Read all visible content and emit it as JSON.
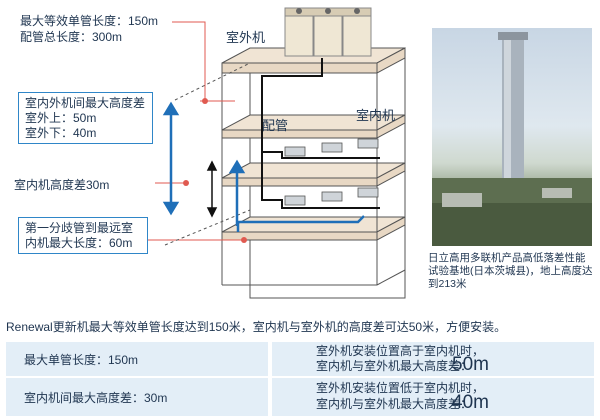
{
  "top_labels": {
    "max_equiv_pipe": "最大等效单管长度：150m",
    "total_pipe": "配管总长度：300m"
  },
  "diagram_labels": {
    "outdoor_unit": "室外机",
    "piping": "配管",
    "indoor_unit": "室内机",
    "indoor_height_diff": "室内机高度差30m"
  },
  "callouts": {
    "outdoor_indoor": [
      "室内外机间最大高度差",
      "室外上：50m",
      "室外下：40m"
    ],
    "first_branch": [
      "第一分歧管到最远室",
      "内机最大长度：60m"
    ]
  },
  "photo_caption": "日立高用多联机产品高低落差性能试验基地(日本茨城县)，地上高度达到213米",
  "note": "Renewal更新机最大等效单管长度达到150米，室内机与室外机的高度差可达50米，方便安装。",
  "specs": {
    "left_1": "最大单管长度：150m",
    "left_2": "室内机间最大高度差：30m",
    "right_1_l1": "室外机安装位置高于室内机时，",
    "right_1_l2": "室内机与室外机最大高度差：",
    "right_1_val": "50m",
    "right_2_l1": "室外机安装位置低于室内机时，",
    "right_2_l2": "室内机与室外机最大高度差：",
    "right_2_val": "40m"
  },
  "colors": {
    "blue": "#1f6fb8",
    "red": "#e05a50",
    "spec_bg": "#e3eef7"
  }
}
